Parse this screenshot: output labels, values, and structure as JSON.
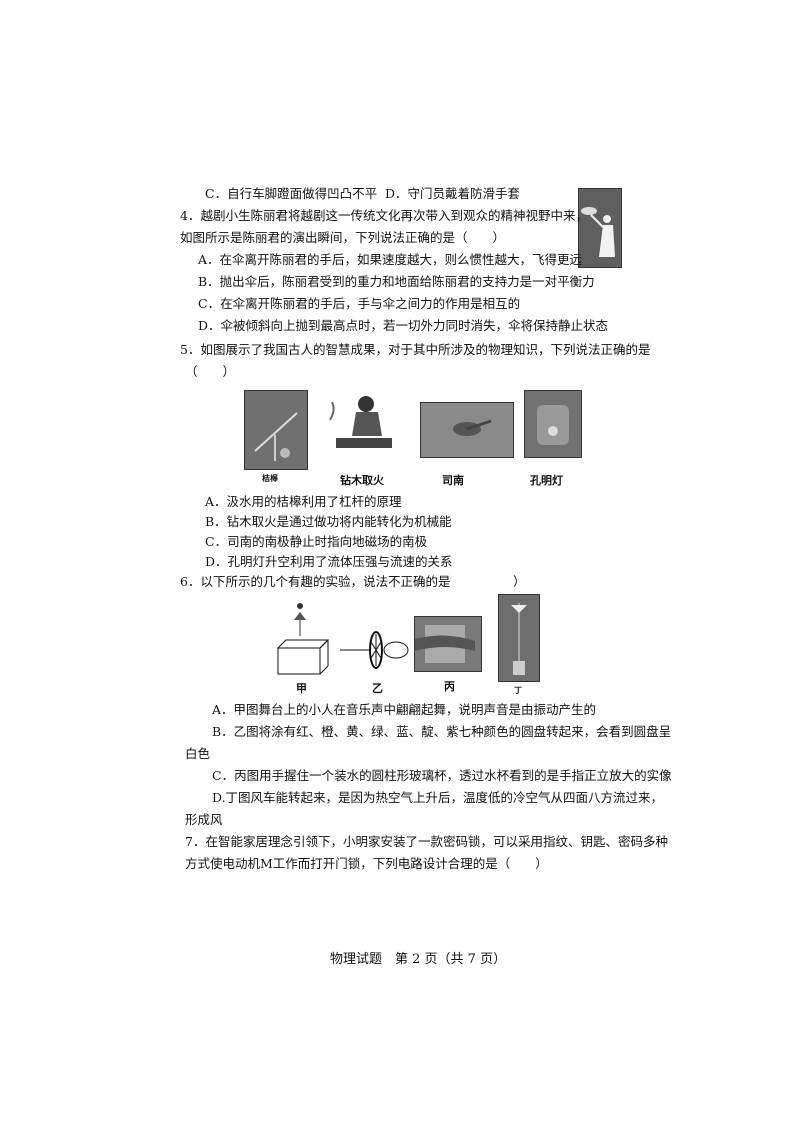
{
  "q3": {
    "optC": "C．自行车脚蹬面做得凹凸不平",
    "optD": "D．守门员戴着防滑手套"
  },
  "q4": {
    "stem1": "4．越剧小生陈丽君将越剧这一传统文化再次带入到观众的精神视野中来，",
    "stem2": "如图所示是陈丽君的演出瞬间，下列说法正确的是（　　）",
    "optA": "A．在伞离开陈丽君的手后，如果速度越大，则么惯性越大，飞得更远",
    "optB": "B．抛出伞后，陈丽君受到的重力和地面给陈丽君的支持力是一对平衡力",
    "optC": "C．在伞离开陈丽君的手后，手与伞之间力的作用是相互的",
    "optD": "D．伞被倾斜向上抛到最高点时，若一切外力同时消失，伞将保持静止状态"
  },
  "q5": {
    "stem1": "5．如图展示了我国古人的智慧成果，对于其中所涉及的物理知识，下列说法正确的是",
    "stem2": "（　　）",
    "captions": [
      "桔槔",
      "钻木取火",
      "司南",
      "孔明灯"
    ],
    "optA": "A．汲水用的桔槔利用了杠杆的原理",
    "optB": "B．钻木取火是通过做功将内能转化为机械能",
    "optC": "C．司南的南极静止时指向地磁场的南极",
    "optD": "D．孔明灯升空利用了流体压强与流速的关系"
  },
  "q6": {
    "stem": "6．以下所示的几个有趣的实验，说法不正确的是　　　　　）",
    "captions": [
      "甲",
      "乙",
      "丙",
      "丁"
    ],
    "optA": "A．甲图舞台上的小人在音乐声中翩翩起舞，说明声音是由振动产生的",
    "optB1": "B．乙图将涂有红、橙、黄、绿、蓝、靛、紫七种颜色的圆盘转起来，会看到圆盘呈",
    "optB2": "白色",
    "optC": "C．丙图用手握住一个装水的圆柱形玻璃杯，透过水杯看到的是手指正立放大的实像",
    "optD1": "D.丁图风车能转起来，是因为热空气上升后，温度低的冷空气从四面八方流过来，",
    "optD2": "形成风"
  },
  "q7": {
    "stem1": "7．在智能家居理念引领下，小明家安装了一款密码锁，可以采用指纹、钥匙、密码多种",
    "stem2": "方式使电动机M工作而打开门锁，下列电路设计合理的是（　　）"
  },
  "footer": "物理试题　第 2 页（共 7 页）"
}
